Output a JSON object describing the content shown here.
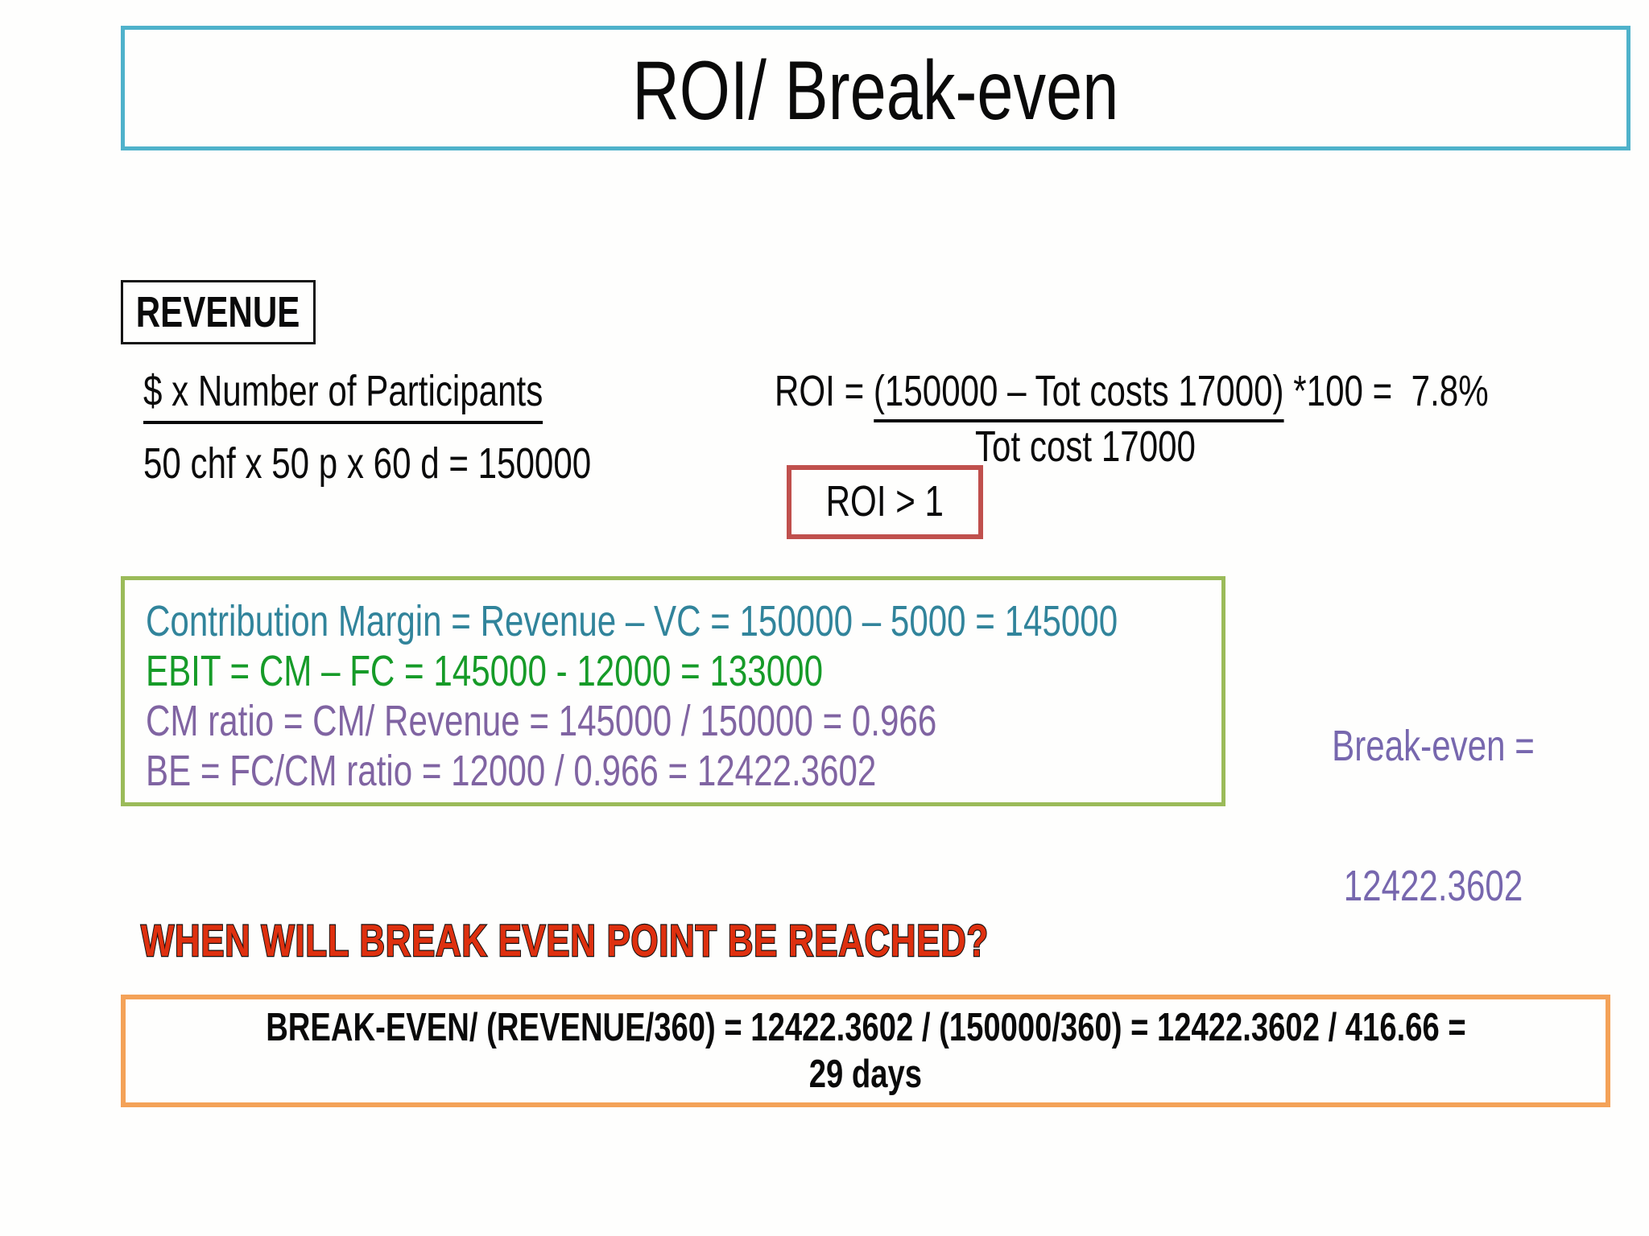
{
  "colors": {
    "title_border": "#4fb2cb",
    "revenue_border": "#141414",
    "roi_condition_border": "#c0504d",
    "analysis_border": "#9bbb59",
    "conclusion_border": "#f4a258",
    "question_red": "#de300f",
    "breakeven_purple": "#7767ae"
  },
  "title": "ROI/ Break-even",
  "revenue": {
    "label": "REVENUE",
    "formula": "$ x Number of Participants",
    "calculation": "50 chf x 50 p x 60 d = 150000"
  },
  "roi": {
    "prefix": "ROI = ",
    "numerator": "(150000 – Tot costs 17000)",
    "suffix": " *100 =  7.8%",
    "denominator": "Tot cost 17000",
    "condition": "ROI > 1"
  },
  "analysis": {
    "lines": [
      {
        "text": "Contribution Margin = Revenue – VC = 150000 – 5000 = 145000",
        "color": "#31849b"
      },
      {
        "text": "EBIT = CM – FC = 145000 - 12000 = 133000",
        "color": "#169b28"
      },
      {
        "text": "CM ratio = CM/ Revenue = 145000 / 150000 = 0.966",
        "color": "#8064a2"
      },
      {
        "text": "BE = FC/CM ratio = 12000 / 0.966 = 12422.3602",
        "color": "#8064a2"
      }
    ]
  },
  "breakeven_note": {
    "line1": "Break-even =",
    "line2": "12422.3602"
  },
  "question": "WHEN WILL BREAK EVEN POINT BE REACHED?",
  "conclusion": {
    "line1": "BREAK-EVEN/ (REVENUE/360) = 12422.3602 / (150000/360) = 12422.3602 / 416.66 =",
    "line2": "29 days"
  }
}
